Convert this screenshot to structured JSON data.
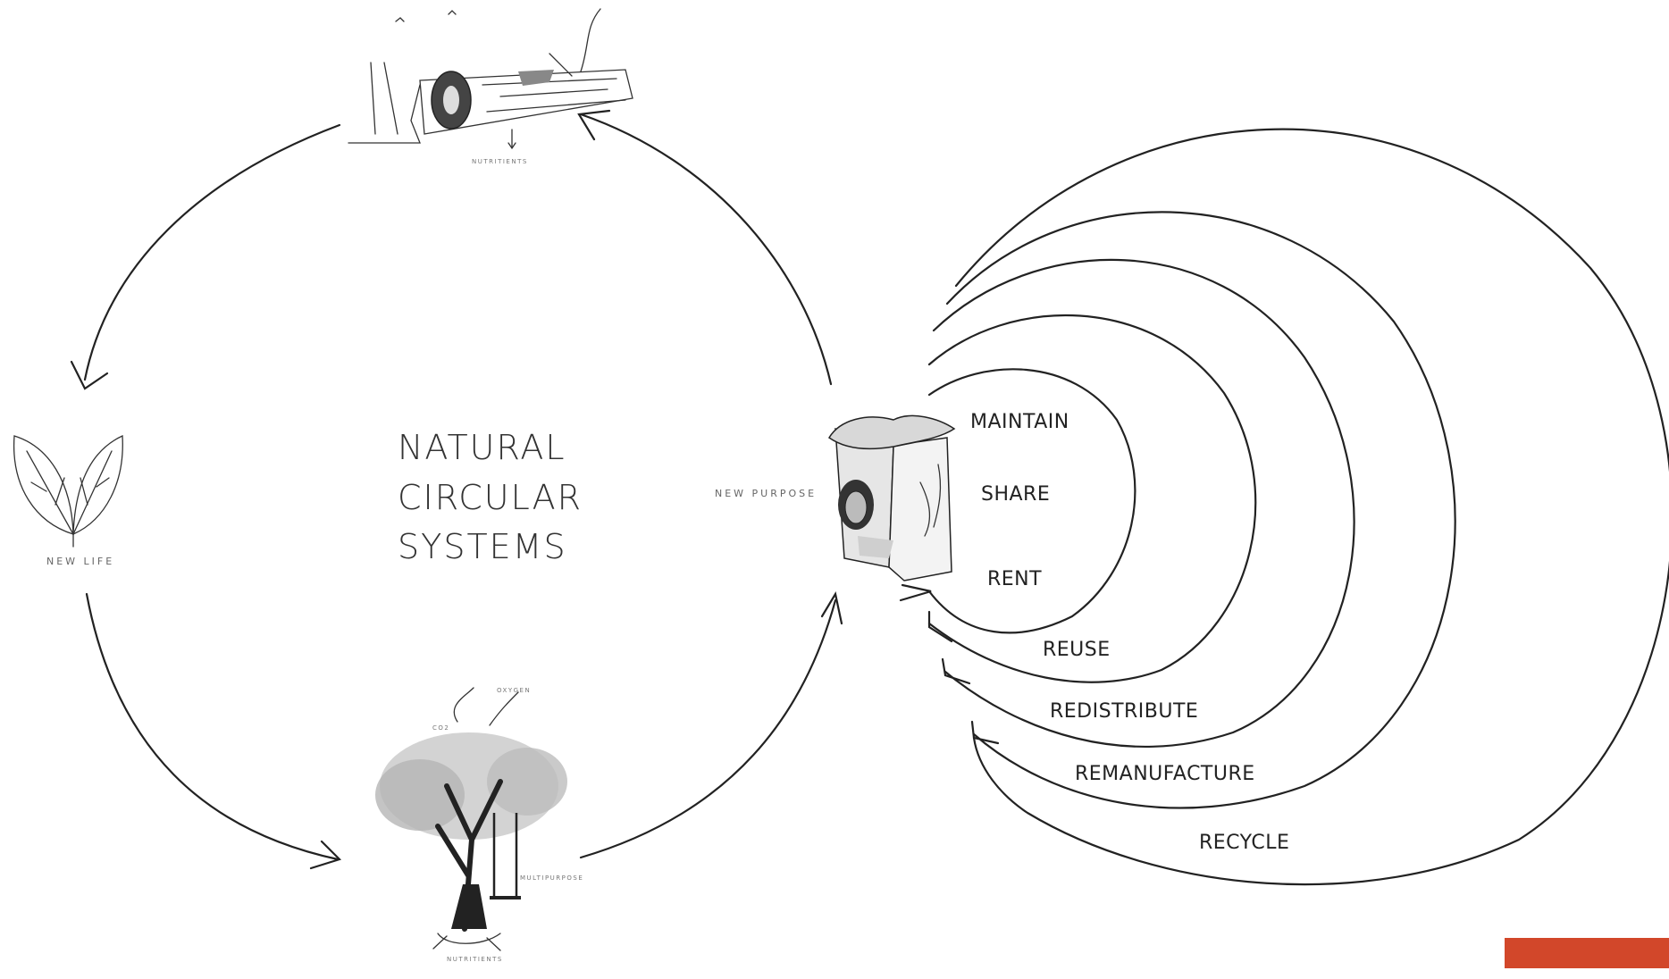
{
  "title_lines": [
    "NATURAL",
    "CIRCULAR",
    "SYSTEMS"
  ],
  "natural_cycle": {
    "nutrients_top": "NUTRITIENTS",
    "new_life": "NEW LIFE",
    "new_purpose": "NEW PURPOSE",
    "oxygen": "OXYGEN",
    "co2": "CO2",
    "multipurpose": "MULTIPURPOSE",
    "nutrients_bottom": "NUTRITIENTS"
  },
  "loops": [
    "MAINTAIN",
    "SHARE",
    "RENT",
    "REUSE",
    "REDISTRIBUTE",
    "REMANUFACTURE",
    "RECYCLE"
  ],
  "colors": {
    "accent": "#d2472a",
    "ink": "#222222",
    "background": "#ffffff"
  },
  "icons": [
    "fallen-log-icon",
    "leaf-sprout-icon",
    "tree-swing-icon",
    "tree-stump-owl-icon"
  ]
}
